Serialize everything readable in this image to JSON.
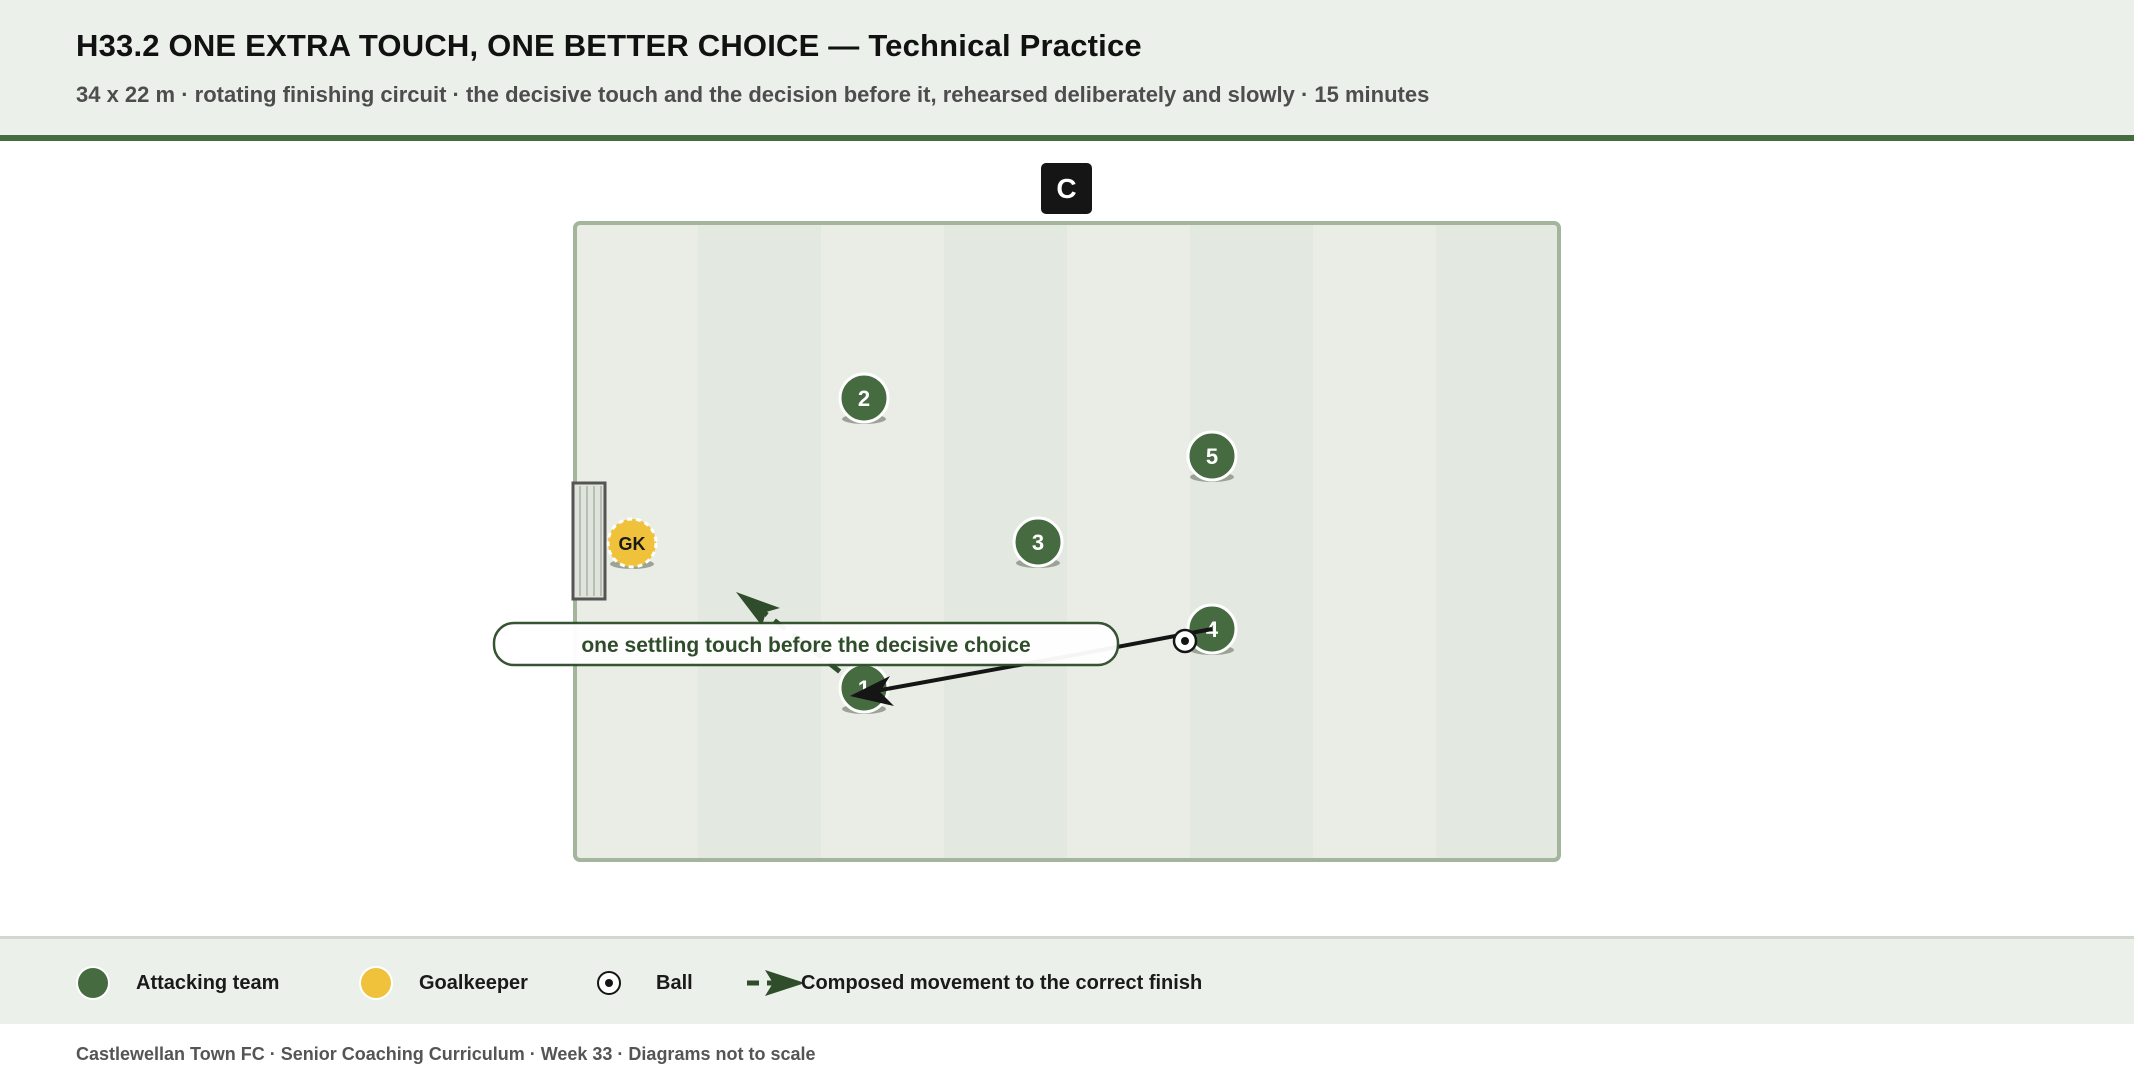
{
  "header": {
    "title": "H33.2 ONE EXTRA TOUCH, ONE BETTER CHOICE — Technical Practice",
    "subtitle": "34 x 22 m · rotating finishing circuit · the decisive touch and the decision before it, rehearsed deliberately and slowly · 15 minutes"
  },
  "coach_label": "C",
  "players": {
    "goalkeeper": "GK",
    "p1": "1",
    "p2": "2",
    "p3": "3",
    "p4": "4",
    "p5": "5"
  },
  "annotation": "one settling touch before the decisive choice",
  "legend": {
    "attacking": "Attacking team",
    "goalkeeper": "Goalkeeper",
    "ball": "Ball",
    "movement": "Composed movement to the correct finish"
  },
  "colors": {
    "attacking": "#476b41",
    "goalkeeper": "#f0c23c",
    "pitch_border": "#a3b59c",
    "header_rule": "#476b41"
  },
  "footer": "Castlewellan Town FC · Senior Coaching Curriculum · Week 33 · Diagrams not to scale"
}
